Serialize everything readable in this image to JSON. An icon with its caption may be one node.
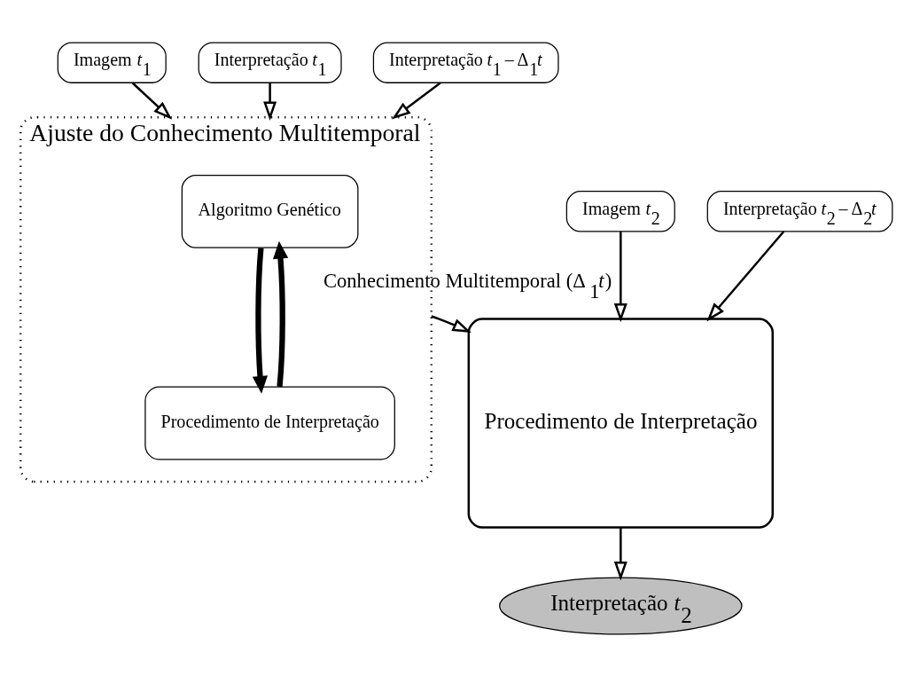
{
  "diagram": {
    "nodes": [
      {
        "text": [
          "Imagem *t*$_{1}$"
        ]
      },
      {
        "text": [
          "Interpretação *t*$_{1}$"
        ]
      },
      {
        "text": [
          "Interpretação *t*$_{1}$ – Δ$_{1}$*t*"
        ]
      },
      {
        "text": [
          "Ajuste do Conhecimento Multitemporal"
        ]
      },
      {
        "text": [
          "Algoritmo Genético"
        ],
        "in": 3
      },
      {
        "text": [
          "Procedimento de Interpretação"
        ],
        "in": 3
      },
      {
        "text": [
          "Imagem *t*$_{2}$"
        ]
      },
      {
        "text": [
          "Interpretação *t*$_{2}$ – Δ$_{2}$*t*"
        ]
      },
      {
        "text": [
          "Procedimento de Interpretação"
        ]
      },
      {
        "text": [
          "Interpretação *t*$_{2}$"
        ]
      }
    ],
    "edges": [
      {
        "from": 0,
        "to": 3,
        "arrow": "to"
      },
      {
        "from": 1,
        "to": 3,
        "arrow": "to"
      },
      {
        "from": 2,
        "to": 3,
        "arrow": "to"
      },
      {
        "from": 4,
        "to": 5,
        "arrow": "to",
        "style": "thick"
      },
      {
        "from": 5,
        "to": 4,
        "arrow": "to",
        "style": "thick"
      },
      {
        "from": 3,
        "to": 8,
        "arrow": "to",
        "label": "Conhecimento Multitemporal (Δ$_{1}$*t*)"
      },
      {
        "from": 6,
        "to": 8,
        "arrow": "to"
      },
      {
        "from": 7,
        "to": 8,
        "arrow": "to"
      },
      {
        "from": 8,
        "to": 9,
        "arrow": "to"
      }
    ]
  }
}
